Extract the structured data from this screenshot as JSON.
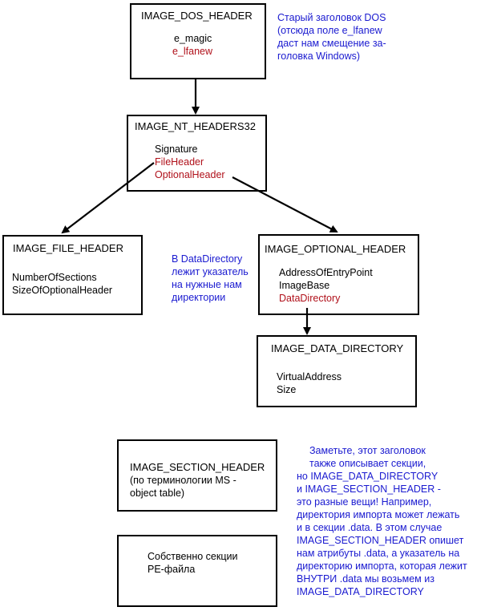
{
  "dos_header": {
    "title": "IMAGE_DOS_HEADER",
    "fields": [
      "e_magic",
      "e_lfanew"
    ]
  },
  "dos_note": [
    "Старый заголовок DOS",
    "(отсюда поле e_lfanew",
    "даст нам смещение за-",
    "головка Windows)"
  ],
  "nt_headers": {
    "title": "IMAGE_NT_HEADERS32",
    "fields": [
      "Signature",
      "FileHeader",
      "OptionalHeader"
    ]
  },
  "file_header": {
    "title": "IMAGE_FILE_HEADER",
    "fields": [
      "NumberOfSections",
      "SizeOfOptionalHeader"
    ]
  },
  "datadir_note": [
    "В DataDirectory",
    "лежит указатель",
    "на нужные нам",
    "директории"
  ],
  "optional_header": {
    "title": "IMAGE_OPTIONAL_HEADER",
    "fields": [
      "AddressOfEntryPoint",
      "ImageBase",
      "DataDirectory"
    ]
  },
  "data_directory": {
    "title": "IMAGE_DATA_DIRECTORY",
    "fields": [
      "VirtualAddress",
      "Size"
    ]
  },
  "section_header": {
    "lines": [
      "IMAGE_SECTION_HEADER",
      "(по терминологии MS -",
      "object table)"
    ]
  },
  "sections": {
    "lines": [
      "Собственно секции",
      "PE-файла"
    ]
  },
  "section_note": [
    "Заметьте, этот заголовок",
    "также описывает секции,",
    "но IMAGE_DATA_DIRECTORY",
    "и  IMAGE_SECTION_HEADER -",
    "это разные вещи! Например,",
    "директория импорта может лежать",
    "и в секции .data. В этом случае",
    "IMAGE_SECTION_HEADER опишет",
    "нам атрибуты .data, а указатель на",
    "директорию импорта, которая лежит",
    "ВНУТРИ .data мы возьмем из",
    "IMAGE_DATA_DIRECTORY"
  ],
  "colors": {
    "field_highlight": "#b0101a",
    "note_text": "#1a1ad0",
    "border": "#000000"
  }
}
